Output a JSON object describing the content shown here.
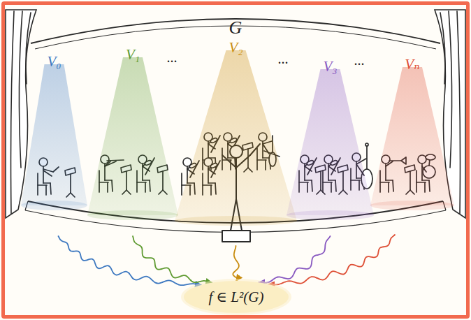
{
  "diagram": {
    "nodes": [
      {
        "text": [
          "V₀"
        ]
      },
      {
        "text": [
          "V₁"
        ]
      },
      {
        "text": [
          "V₂"
        ]
      },
      {
        "text": [
          "V₃"
        ]
      },
      {
        "text": [
          "Vₙ"
        ]
      },
      {
        "text": [
          "f ∈ L²(G)"
        ]
      }
    ],
    "edges": [
      {
        "from": 0,
        "to": 5,
        "arrow": "to"
      },
      {
        "from": 1,
        "to": 5,
        "arrow": "to"
      },
      {
        "from": 2,
        "to": 5,
        "arrow": "to"
      },
      {
        "from": 3,
        "to": 5,
        "arrow": "to"
      },
      {
        "from": 4,
        "to": 5,
        "arrow": "to"
      }
    ],
    "labels": [
      "G",
      "...",
      "...",
      "..."
    ]
  }
}
